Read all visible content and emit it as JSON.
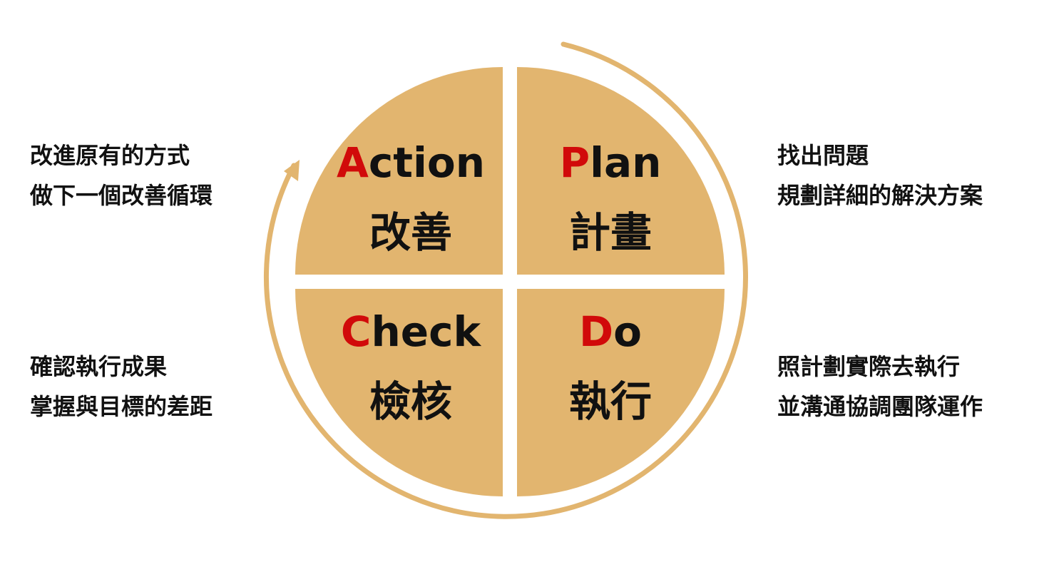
{
  "colors": {
    "quadrant_fill": "#e2b56f",
    "arc_stroke": "#e2b56f",
    "initial_letter": "#d10a0a",
    "text": "#111111",
    "background": "#ffffff"
  },
  "quadrants": {
    "action": {
      "initial": "A",
      "rest": "ction",
      "chinese": "改善"
    },
    "plan": {
      "initial": "P",
      "rest": "lan",
      "chinese": "計畫"
    },
    "check": {
      "initial": "C",
      "rest": "heck",
      "chinese": "檢核"
    },
    "do": {
      "initial": "D",
      "rest": "o",
      "chinese": "執行"
    }
  },
  "descriptions": {
    "action": [
      "改進原有的方式",
      "做下一個改善循環"
    ],
    "plan": [
      "找出問題",
      "規劃詳細的解決方案"
    ],
    "check": [
      "確認執行成果",
      "掌握與目標的差距"
    ],
    "do": [
      "照計劃實際去執行",
      "並溝通協調團隊運作"
    ]
  },
  "cycle_arrow": {
    "direction": "clockwise",
    "icon": "arrowhead-icon"
  }
}
